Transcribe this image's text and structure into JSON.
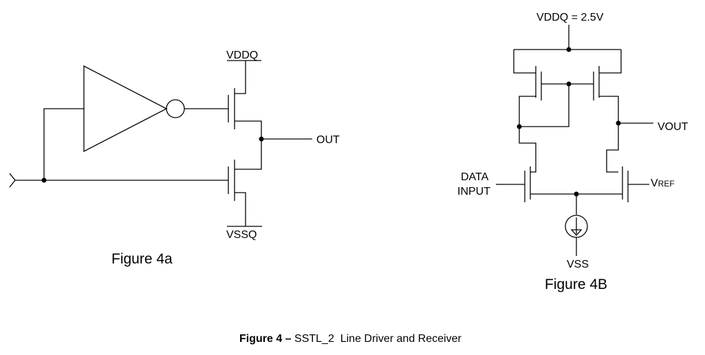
{
  "figure_4a": {
    "vddq_label": "VDDQ",
    "vssq_label": "VSSQ",
    "out_label": "OUT",
    "caption": "Figure 4a"
  },
  "figure_4b": {
    "vddq_label": "VDDQ = 2.5V",
    "vout_label": "VOUT",
    "data_input_line1": "DATA",
    "data_input_line2": "INPUT",
    "vref_label_main": "V",
    "vref_label_sub": "REF",
    "vss_label": "VSS",
    "caption": "Figure 4B"
  },
  "figure_title": {
    "bold_part": "Figure 4 –",
    "rest": " SSTL_2  Line Driver and Receiver"
  }
}
